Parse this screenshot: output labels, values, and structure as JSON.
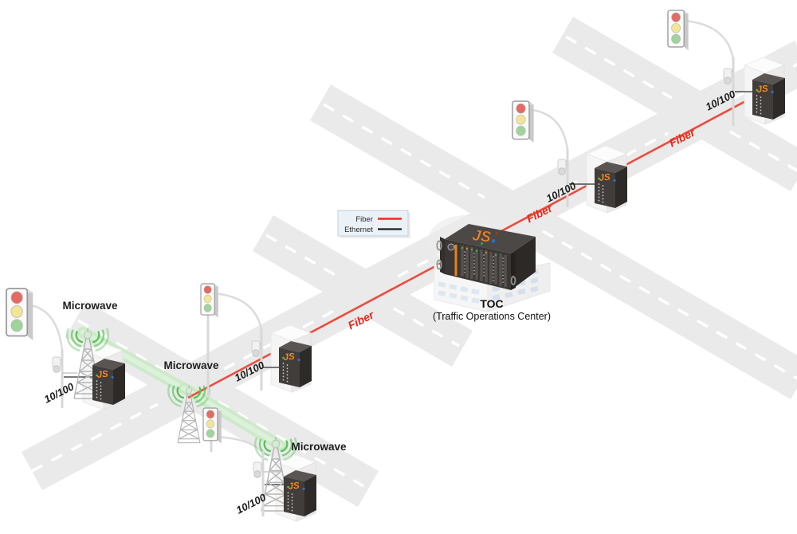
{
  "diagram": {
    "legend": {
      "items": [
        {
          "label": "Fiber",
          "color": "#ee2a1b"
        },
        {
          "label": "Ethernet",
          "color": "#1c1c1c"
        }
      ]
    },
    "toc": {
      "title": "TOC",
      "subtitle": "(Traffic Operations Center)"
    },
    "brand": {
      "logo": "JS"
    },
    "labels": {
      "microwave": [
        "Microwave",
        "Microwave",
        "Microwave"
      ],
      "speed": [
        "10/100",
        "10/100",
        "10/100",
        "10/100",
        "10/100"
      ],
      "fiber": [
        "Fiber",
        "Fiber",
        "Fiber"
      ]
    },
    "colors": {
      "fiber": "#ee4b3e",
      "ethernet": "#1c1c1c",
      "beam": "#57c957",
      "road": "#eaeaea",
      "cabinet": "#413d3b",
      "logo_orange": "#f5871f",
      "logo_blue": "#2e6db5"
    }
  }
}
